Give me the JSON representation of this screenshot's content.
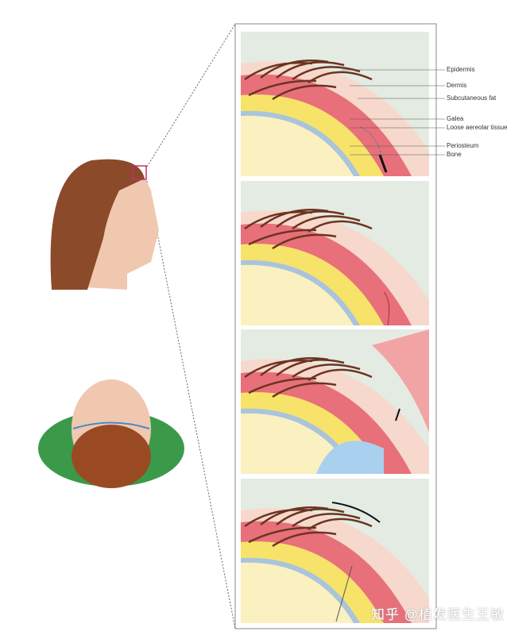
{
  "labels": [
    "Epidermis",
    "Dermis",
    "Subcutaneous fat",
    "Galea",
    "Loose aereolar tissue",
    "Periosteum",
    "Bone"
  ],
  "watermark": "知乎 @植发医生王敏",
  "colors": {
    "skin": "#f2c9b8",
    "dermis": "#e8707a",
    "fat": "#f7e36a",
    "bone": "#fbf0c0",
    "bg": "#e4ebe2",
    "hair": "#8b4a2a",
    "drape": "#3a9a4a",
    "fluid": "#a9d0ee"
  }
}
